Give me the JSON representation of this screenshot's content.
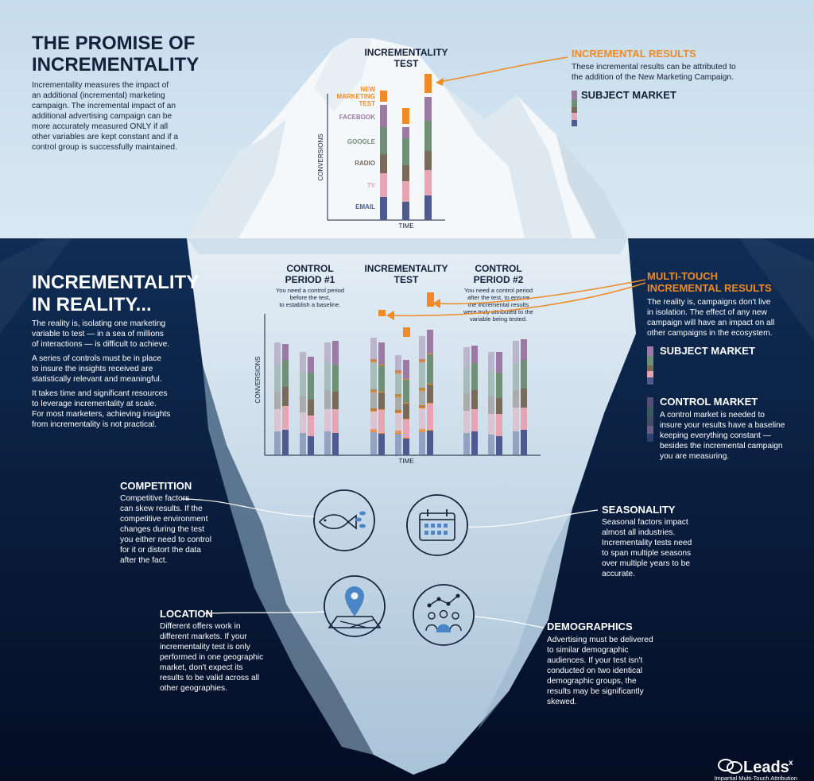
{
  "colors": {
    "sky": "#cfe2ef",
    "ocean_top": "#0f2d55",
    "ocean_bottom": "#040d24",
    "ice": "#e9f1f7",
    "orange": "#f08a24",
    "email": "#4e5b90",
    "tv": "#e6a5b2",
    "radio": "#7a6a5a",
    "google": "#6f8f77",
    "facebook": "#9c7aa4",
    "control": "#3b4a82"
  },
  "top": {
    "title_line1": "THE PROMISE OF",
    "title_line2": "INCREMENTALITY",
    "body": [
      "Incrementality measures the impact of",
      "an additional (incremental) marketing",
      "campaign. The incremental impact of an",
      "additional advertising campaign can be",
      "more accurately measured ONLY if all",
      "other variables are kept constant and if a",
      "control group is successfully maintained."
    ]
  },
  "test_chart": {
    "title_line1": "INCREMENTALITY",
    "title_line2": "TEST",
    "ylabel": "CONVERSIONS",
    "xlabel": "TIME",
    "legend": [
      {
        "label": "NEW",
        "key": "new"
      },
      {
        "label": "MARKETING",
        "key": "new"
      },
      {
        "label": "TEST",
        "key": "new"
      },
      {
        "label": "FACEBOOK",
        "key": "facebook"
      },
      {
        "label": "GOOGLE",
        "key": "google"
      },
      {
        "label": "RADIO",
        "key": "radio"
      },
      {
        "label": "TV",
        "key": "tv"
      },
      {
        "label": "EMAIL",
        "key": "email"
      }
    ]
  },
  "incremental_results": {
    "title": "INCREMENTAL RESULTS",
    "body": [
      "These incremental results can be attributed to",
      "the addition of the New Marketing Campaign."
    ],
    "subject_market": "SUBJECT MARKET"
  },
  "reality": {
    "title_line1": "INCREMENTALITY",
    "title_line2": "IN REALITY...",
    "para1": [
      "The reality is, isolating one marketing",
      "variable to test — in a sea of millions",
      "of interactions — is difficult to achieve."
    ],
    "para2": [
      "A series of controls must be in place",
      "to insure the insights received are",
      "statistically relevant and meaningful."
    ],
    "para3": [
      "It takes time and significant resources",
      "to leverage incrementality at scale.",
      "For most marketers, achieving insights",
      "from incrementality is not practical."
    ]
  },
  "reality_chart": {
    "control1_line1": "CONTROL",
    "control1_line2": "PERIOD #1",
    "control1_desc": [
      "You need a control period",
      "before the test,",
      "to establish a baseline."
    ],
    "test_line1": "INCREMENTALITY",
    "test_line2": "TEST",
    "control2_line1": "CONTROL",
    "control2_line2": "PERIOD #2",
    "control2_desc": [
      "You need a control period",
      "after the test, to ensure",
      "the incremental results",
      "were truly attributed to the",
      "variable being tested."
    ],
    "ylabel": "CONVERSIONS",
    "xlabel": "TIME"
  },
  "multitouch": {
    "title_line1": "MULTI-TOUCH",
    "title_line2": "INCREMENTAL RESULTS",
    "body": [
      "The reality is, campaigns don't live",
      "in isolation. The effect of any new",
      "campaign will have an impact on all",
      "other campaigns in the ecosystem."
    ],
    "subject_market": "SUBJECT MARKET",
    "control_market": "CONTROL MARKET",
    "control_body": [
      "A control market is needed to",
      "insure your results have a baseline",
      "keeping everything constant —",
      "besides the incremental campaign",
      "you are measuring."
    ]
  },
  "competition": {
    "title": "COMPETITION",
    "body": [
      "Competitive factors",
      "can skew results. If the",
      "competitive environment",
      "changes during the test",
      "you either need to control",
      "for it or distort the data",
      "after the fact."
    ],
    "icon": "fish-icon"
  },
  "seasonality": {
    "title": "SEASONALITY",
    "body": [
      "Seasonal factors impact",
      "almost all industries.",
      "Incrementality tests need",
      "to span multiple seasons",
      "over multiple years to be",
      "accurate."
    ],
    "icon": "calendar-icon"
  },
  "location": {
    "title": "LOCATION",
    "body": [
      "Different offers work in",
      "different markets. If your",
      "incrementality test is only",
      "performed in one geographic",
      "market, don't expect its",
      "results to be valid across all",
      "other geographies."
    ],
    "icon": "map-pin-icon"
  },
  "demographics": {
    "title": "DEMOGRAPHICS",
    "body": [
      "Advertising must be delivered",
      "to similar demographic",
      "audiences. If your test isn't",
      "conducted on two identical",
      "demographic groups, the",
      "results may be significantly",
      "skewed."
    ],
    "icon": "people-chart-icon"
  },
  "brand": {
    "name": "Leads",
    "tagline": "Impartial Multi-Touch Attribution"
  }
}
